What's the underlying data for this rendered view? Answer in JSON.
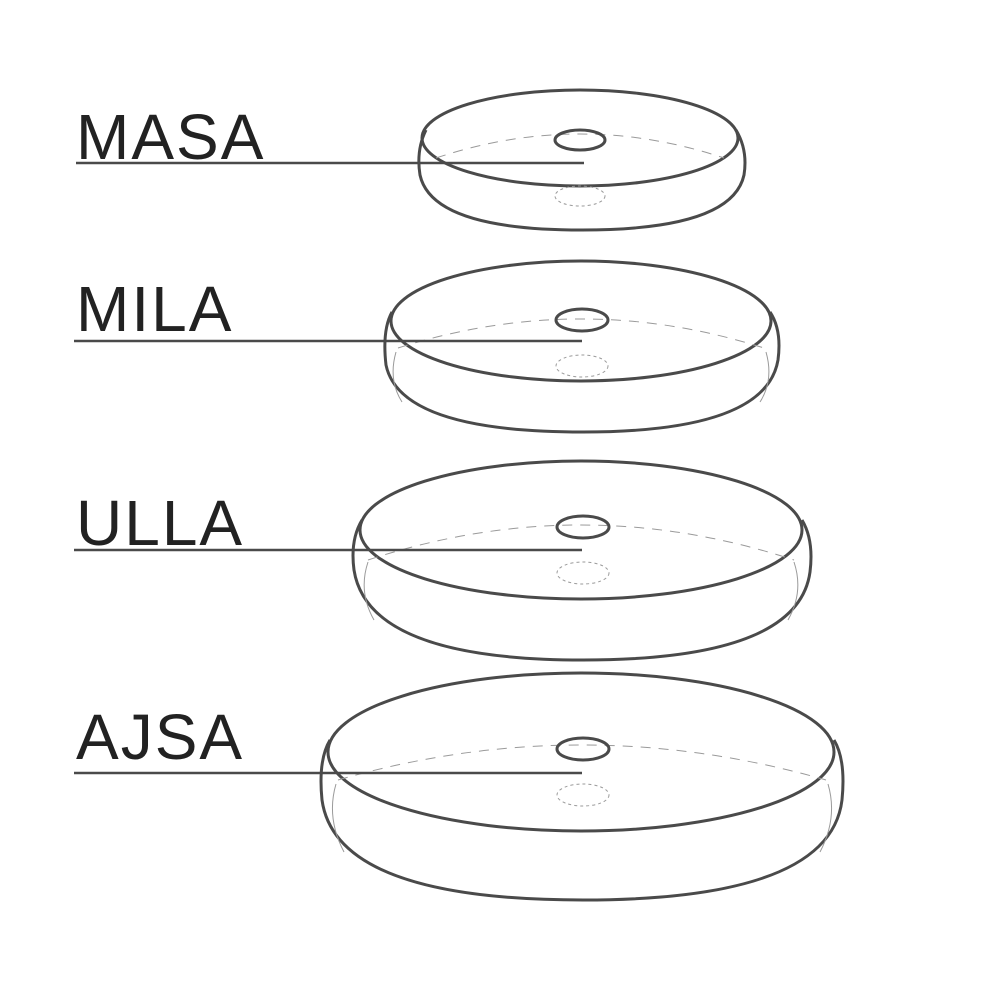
{
  "colors": {
    "line": "#4a4a4a",
    "label": "#222222",
    "background": "#ffffff"
  },
  "basins": [
    {
      "name": "MASA"
    },
    {
      "name": "MILA"
    },
    {
      "name": "ULLA"
    },
    {
      "name": "AJSA"
    }
  ]
}
